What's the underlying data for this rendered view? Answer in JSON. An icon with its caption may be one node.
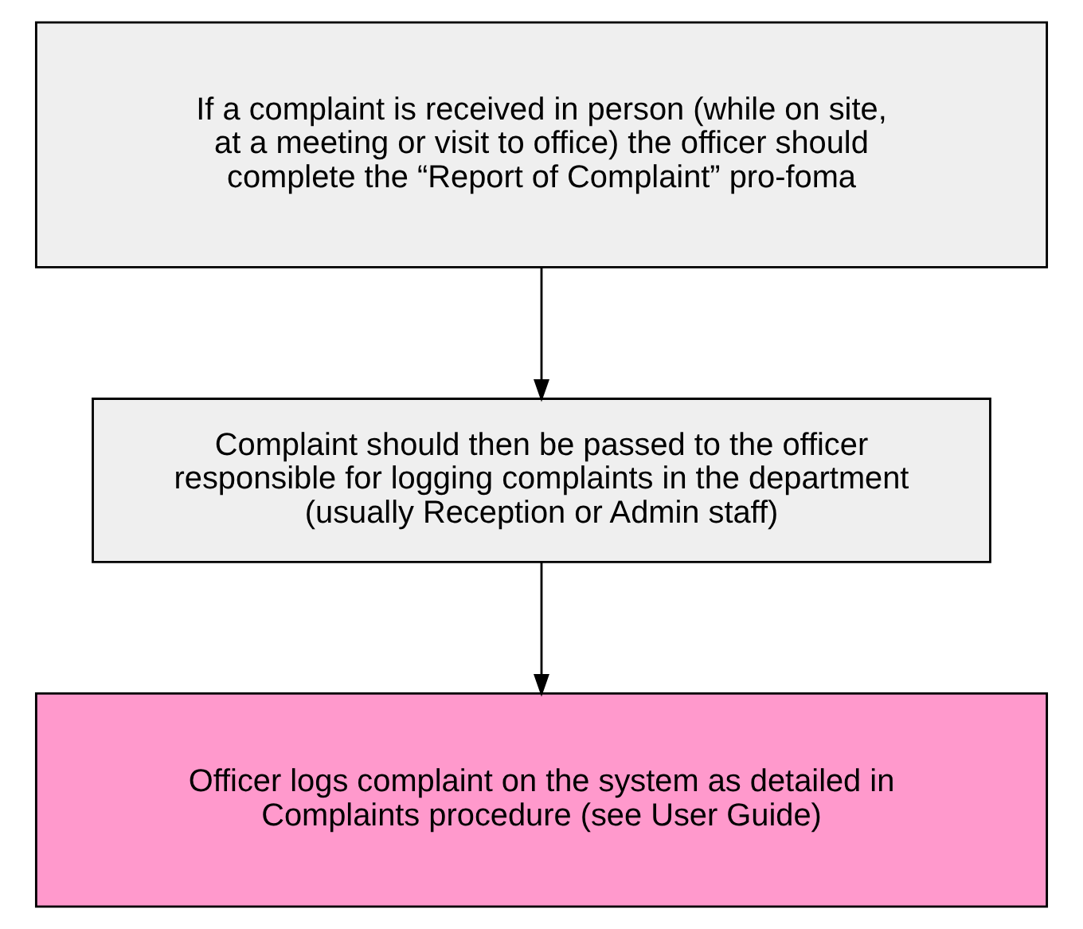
{
  "diagram": {
    "nodes": [
      {
        "text": [
          "If a complaint is received in person (while on site, at a meeting or visit to office) the officer should complete the “Report of Complaint” pro-foma"
        ]
      },
      {
        "text": [
          "Complaint should then be passed to the officer responsible for logging complaints in the department (usually Reception or Admin staff)"
        ]
      },
      {
        "text": [
          "Officer logs complaint on the system as detailed in Complaints procedure (see User Guide)"
        ]
      }
    ],
    "edges": [
      {
        "from": 0,
        "to": 1,
        "arrow": "to"
      },
      {
        "from": 1,
        "to": 2,
        "arrow": "to"
      }
    ]
  }
}
